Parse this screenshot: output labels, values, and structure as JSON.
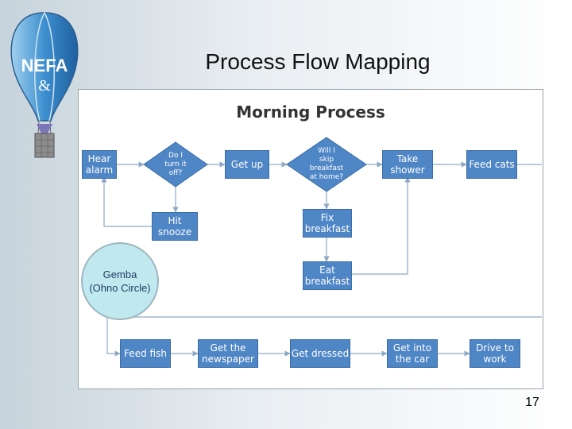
{
  "slide": {
    "title": "Process Flow Mapping",
    "page_number": "17"
  },
  "logo": {
    "text": "NEFA",
    "icon": "hot-air-balloon-logo"
  },
  "diagram": {
    "title": "Morning Process",
    "nodes": {
      "hear_alarm": "Hear\nalarm",
      "turn_off_decision": "Do I\nturn it\noff?",
      "get_up": "Get up",
      "skip_breakfast_decision": "Will I\nskip\nbreakfast\nat home?",
      "take_shower": "Take\nshower",
      "feed_cats": "Feed cats",
      "hit_snooze": "Hit\nsnooze",
      "fix_breakfast": "Fix\nbreakfast",
      "eat_breakfast": "Eat\nbreakfast",
      "feed_fish": "Feed fish",
      "get_newspaper": "Get the\nnewspaper",
      "get_dressed": "Get dressed",
      "get_into_car": "Get into\nthe car",
      "drive_to_work": "Drive to\nwork"
    }
  },
  "gemba": {
    "label": "Gemba\n(Ohno Circle)"
  },
  "colors": {
    "box_fill": "#4f86c6",
    "connector": "#8fa9c4",
    "gemba_fill": "#bfe8ef"
  }
}
